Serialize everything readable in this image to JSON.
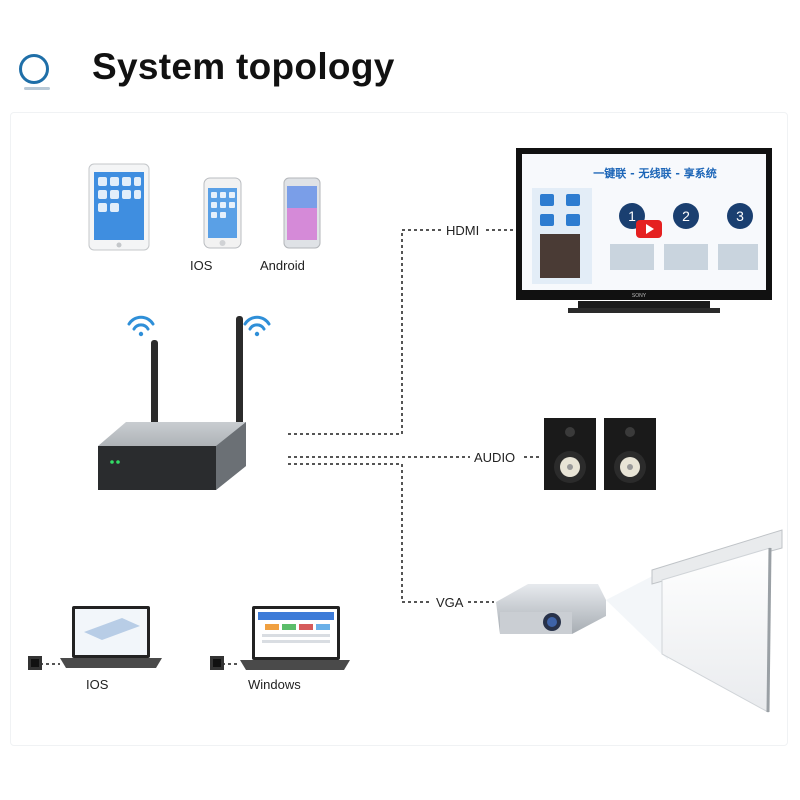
{
  "header": {
    "title": "System topology",
    "logo_icon": "ring-logo-icon"
  },
  "sources": {
    "mobile": {
      "ios_label": "IOS",
      "android_label": "Android"
    },
    "computers": {
      "ios_label": "IOS",
      "windows_label": "Windows"
    }
  },
  "outputs": {
    "hdmi_label": "HDMI",
    "audio_label": "AUDIO",
    "vga_label": "VGA"
  },
  "tv_screen": {
    "headline": "一键联 - 无线联 - 享系统",
    "steps": [
      "1",
      "2",
      "3"
    ],
    "brand": "SONY"
  },
  "colors": {
    "accent": "#1f6fa8",
    "line": "#555555",
    "device": "#8e9499"
  }
}
